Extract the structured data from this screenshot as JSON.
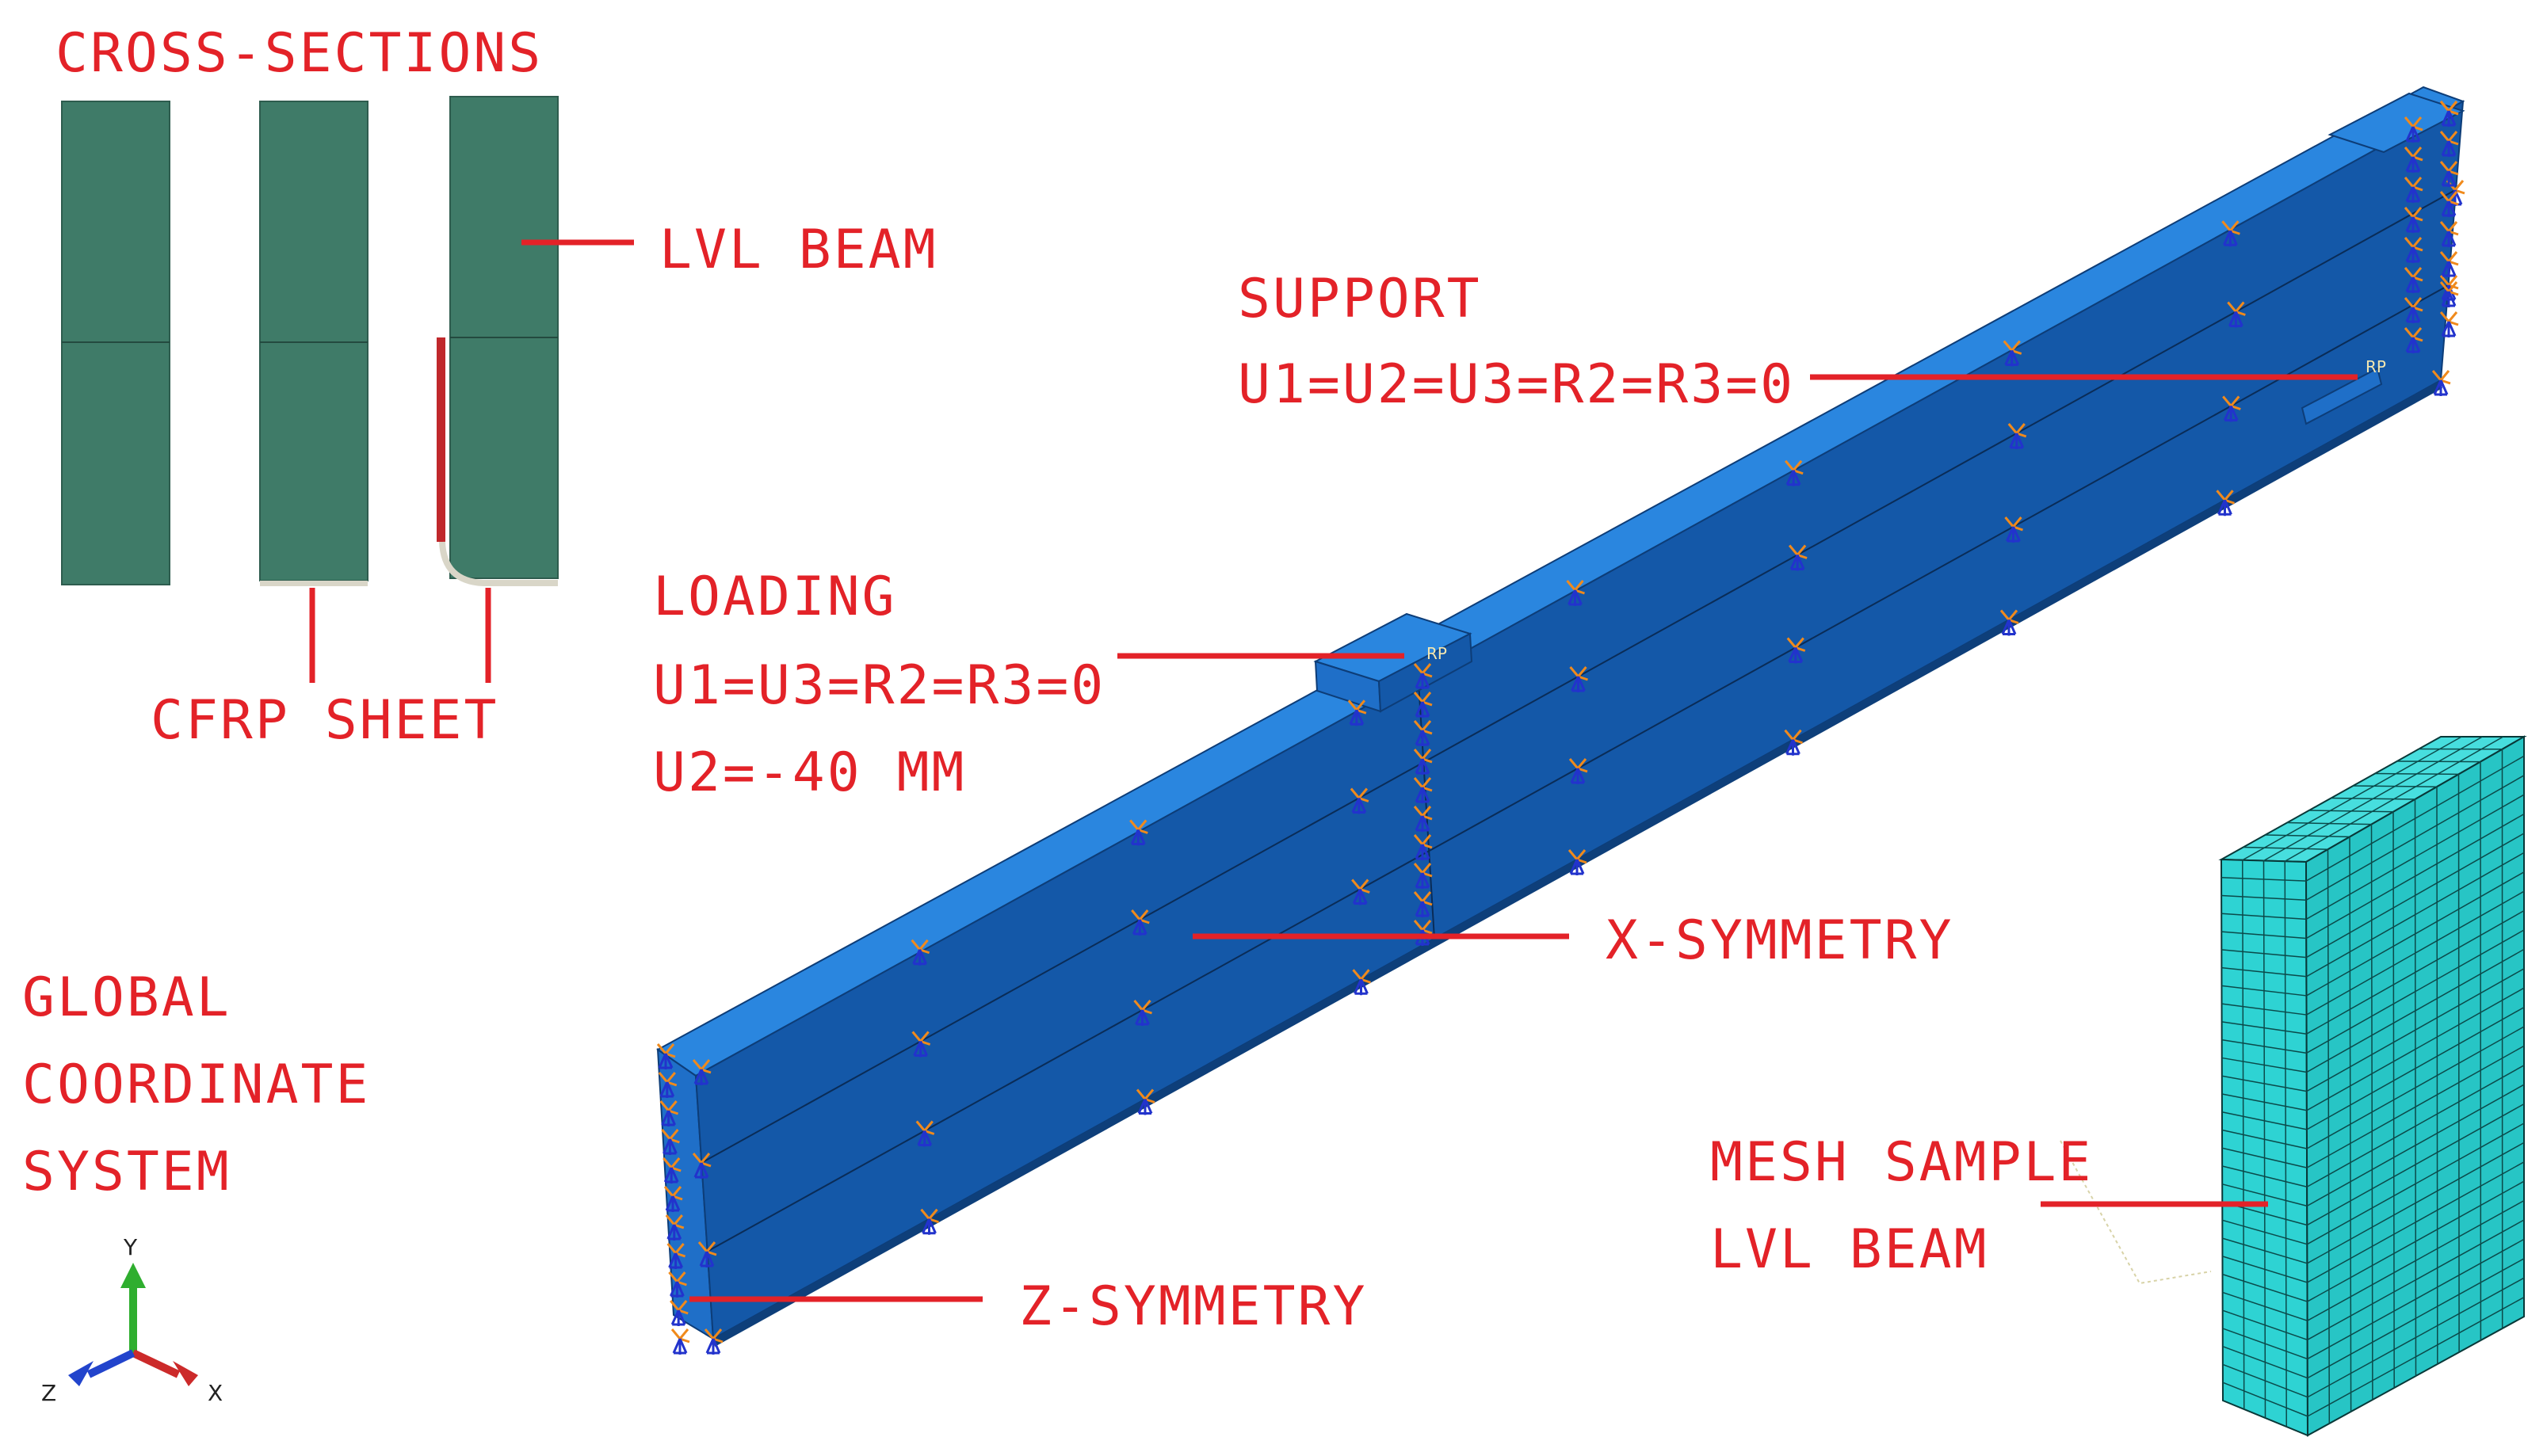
{
  "labels": {
    "cross_sections": "CROSS-SECTIONS",
    "lvl_beam": "LVL BEAM",
    "cfrp_sheet": "CFRP SHEET",
    "support_title": "SUPPORT",
    "support_bc": "U1=U2=U3=R2=R3=0",
    "loading_title": "LOADING",
    "loading_bc": "U1=U3=R2=R3=0",
    "loading_disp": "U2=-40 MM",
    "x_symmetry": "X-SYMMETRY",
    "z_symmetry": "Z-SYMMETRY",
    "global_line1": "GLOBAL",
    "global_line2": "COORDINATE",
    "global_line3": "SYSTEM",
    "mesh_line1": "MESH SAMPLE",
    "mesh_line2": "LVL BEAM",
    "rp_load": "RP",
    "rp_support": "RP"
  },
  "triad": {
    "y": "Y",
    "z": "Z",
    "x": "X"
  },
  "colors": {
    "label_red": "#e32228",
    "section_green": "#3f7b68",
    "beam_top": "#2a86df",
    "beam_front": "#1458a8",
    "beam_end": "#1f6fc8",
    "mesh_cyan": "#2ed3d3",
    "bc_blue": "#2233cc",
    "bc_orange": "#f08a1c",
    "cfrp_red": "#c0282c",
    "axis_green": "#2fae2f",
    "axis_blue": "#2244cc",
    "axis_red": "#cc2a2a"
  }
}
